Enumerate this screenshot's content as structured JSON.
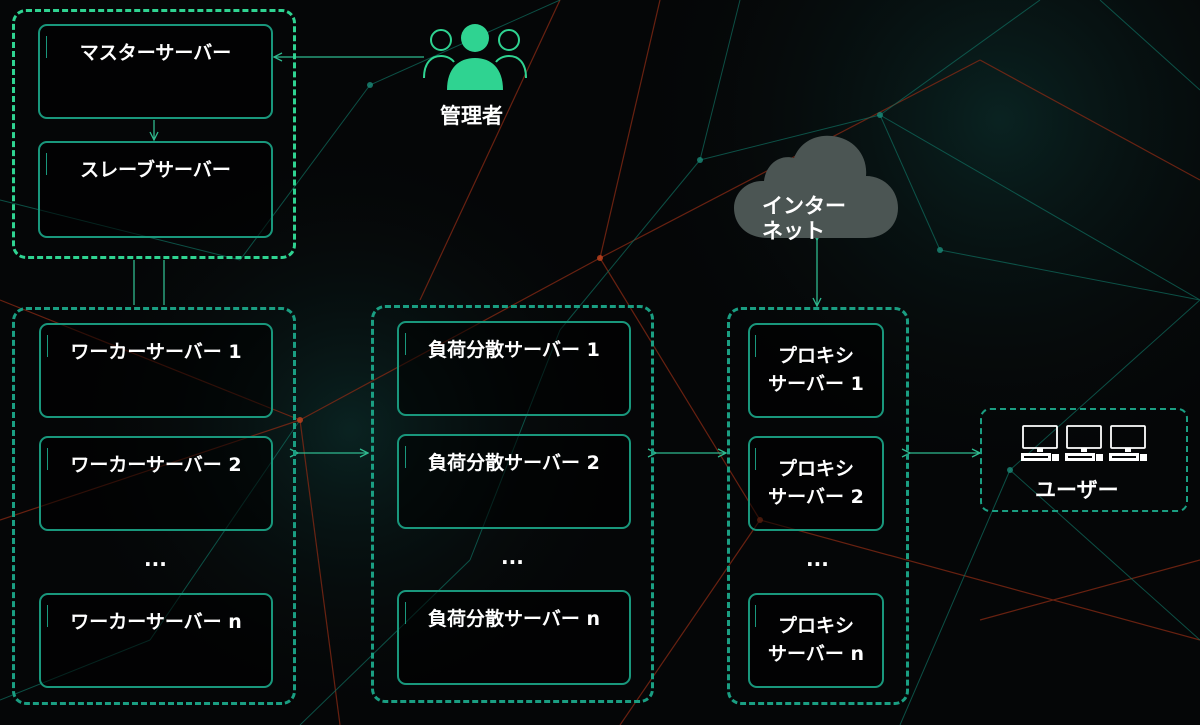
{
  "admin": {
    "label": "管理者"
  },
  "internet": {
    "line1": "インター",
    "line2": "ネット"
  },
  "users": {
    "label": "ユーザー"
  },
  "master_group": {
    "master": "マスターサーバー",
    "slave": "スレーブサーバー"
  },
  "worker_group": {
    "items": [
      "ワーカーサーバー 1",
      "ワーカーサーバー 2",
      "ワーカーサーバー n"
    ],
    "ellipsis": "..."
  },
  "lb_group": {
    "items": [
      "負荷分散サーバー 1",
      "負荷分散サーバー 2",
      "負荷分散サーバー n"
    ],
    "ellipsis": "..."
  },
  "proxy_group": {
    "items": [
      {
        "line1": "プロキシ",
        "line2": "サーバー 1"
      },
      {
        "line1": "プロキシ",
        "line2": "サーバー 2"
      },
      {
        "line1": "プロキシ",
        "line2": "サーバー n"
      }
    ],
    "ellipsis": "..."
  },
  "colors": {
    "accent": "#2fd391",
    "border": "#1a9e82",
    "background": "#050607",
    "cloud": "#4b5553"
  }
}
